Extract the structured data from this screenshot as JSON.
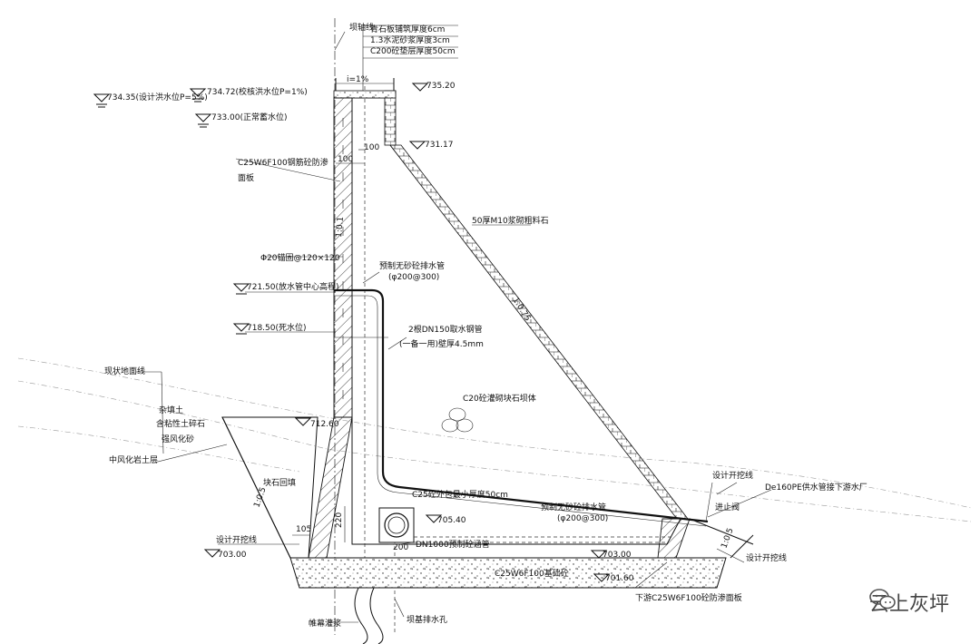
{
  "title": "",
  "labels": {
    "dam_axis": "坝轴线",
    "crest_layer1": "青石板铺筑厚度6cm",
    "crest_layer2": "1.3水泥砂浆厚度3cm",
    "crest_layer3": "C200砼垫层厚度50cm",
    "crest_slope": "i=1%",
    "el_735_20": "735.20",
    "el_731_17": "731.17",
    "design_flood": "734.35(设计洪水位P=5%)",
    "check_flood": "734.72(校核洪水位P=1%)",
    "normal_level": "733.00(正常蓄水位)",
    "face_slab_1": "C25W6F100钢筋砼防渗",
    "face_slab_2": "面板",
    "dim_100a": "100",
    "dim_100b": "100",
    "masonry_facing": "50厚M10浆砌粗料石",
    "slope_1_075": "1:0.75",
    "slope_1_01": "1:0.1",
    "anchor_bar": "Φ20锚固@120×120",
    "drain_pipe_1": "预制无砂砼排水管",
    "drain_pipe_1_spec": "(φ200@300)",
    "outlet_level": "721.50(放水管中心高程)",
    "outlet_pipe_1": "2根DN150取水钢管",
    "outlet_pipe_2": "(一备一用)壁厚4.5mm",
    "dead_level": "718.50(死水位)",
    "ground_line": "现状地面线",
    "soil_1": "杂填土",
    "soil_2": "含粘性土碎石",
    "soil_3": "强风化砂",
    "soil_4": "中风化岩土层",
    "el_712_60": "712.60",
    "dam_body": "C20砼灌砌块石坝体",
    "rockfill": "块石回填",
    "slope_1_05_left": "1:0.5",
    "slope_1_05_right": "1:0.5",
    "dim_105": "105",
    "dim_220": "220",
    "encasement": "C25砼外包最小厚度50cm",
    "drain_pipe_2": "预制无砂砼排水管",
    "drain_pipe_2_spec": "(φ200@300)",
    "el_705_40": "705.40",
    "gallery_pipe": "DN1000预制砼涵管",
    "dim_200": "200",
    "el_703_00_a": "703.00",
    "el_703_00_b": "703.00",
    "el_701_60": "701.60",
    "excav_line_left": "设计开挖线",
    "excav_line_right": "设计开挖线",
    "excav_line_top": "设计开挖线",
    "pe_pipe": "De160PE供水管接下游水厂",
    "stop_valve": "进止阀",
    "base_conc": "C25W6F100基础砼",
    "downstream_slab": "下游C25W6F100砼防渗面板",
    "curtain_grout": "帷幕灌浆",
    "drain_hole": "坝基排水孔",
    "watermark": "云上灰坪"
  },
  "colors": {
    "line": "#111111",
    "terrain": "#999999",
    "watermark": "#444444"
  }
}
